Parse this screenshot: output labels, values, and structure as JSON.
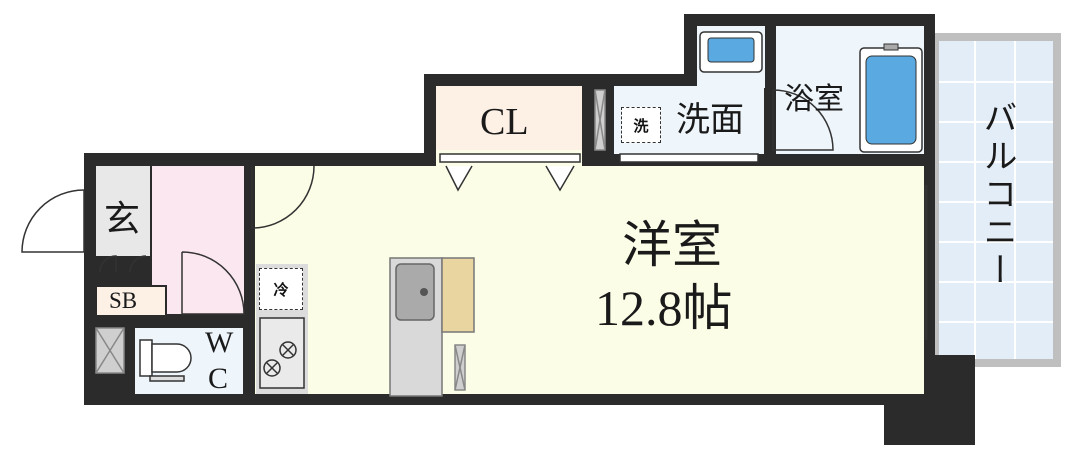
{
  "rooms": {
    "living": {
      "name": "洋室",
      "size": "12.8帖"
    },
    "closet": "CL",
    "washroom": "洗面",
    "bathroom": "浴室",
    "balcony": "バルコニー",
    "entrance": "玄",
    "shoe_box": "SB",
    "toilet_w": "W",
    "toilet_c": "C"
  },
  "fixtures": {
    "washer_badge": "洗",
    "fridge_badge": "冷"
  },
  "colors": {
    "wall": "#2b2b2b",
    "living_floor": "#fcfde6",
    "closet_floor": "#fdf1e6",
    "hall_floor": "#fbe7ef",
    "wet_floor": "#eef5fb",
    "bath_tub": "#5aa9e0",
    "balcony_floor": "#e3edf7",
    "kitchen": "#d9d9d9",
    "counter": "#e8d5a0"
  }
}
